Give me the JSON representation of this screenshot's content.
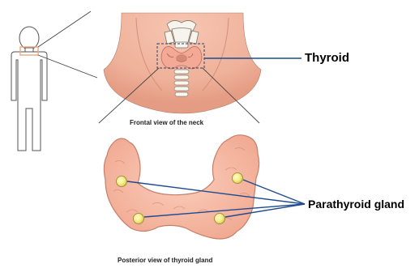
{
  "labels": {
    "thyroid": "Thyroid",
    "parathyroid": "Parathyroid gland"
  },
  "captions": {
    "frontal": "Frontal view of the neck",
    "posterior": "Posterior view of thyroid gland"
  },
  "colors": {
    "skin": "#f1b39d",
    "thyroid_tissue": "#f5b7a2",
    "gland": "#f4ec82",
    "pointer": "#1e4b8f",
    "outline": "#555555"
  }
}
